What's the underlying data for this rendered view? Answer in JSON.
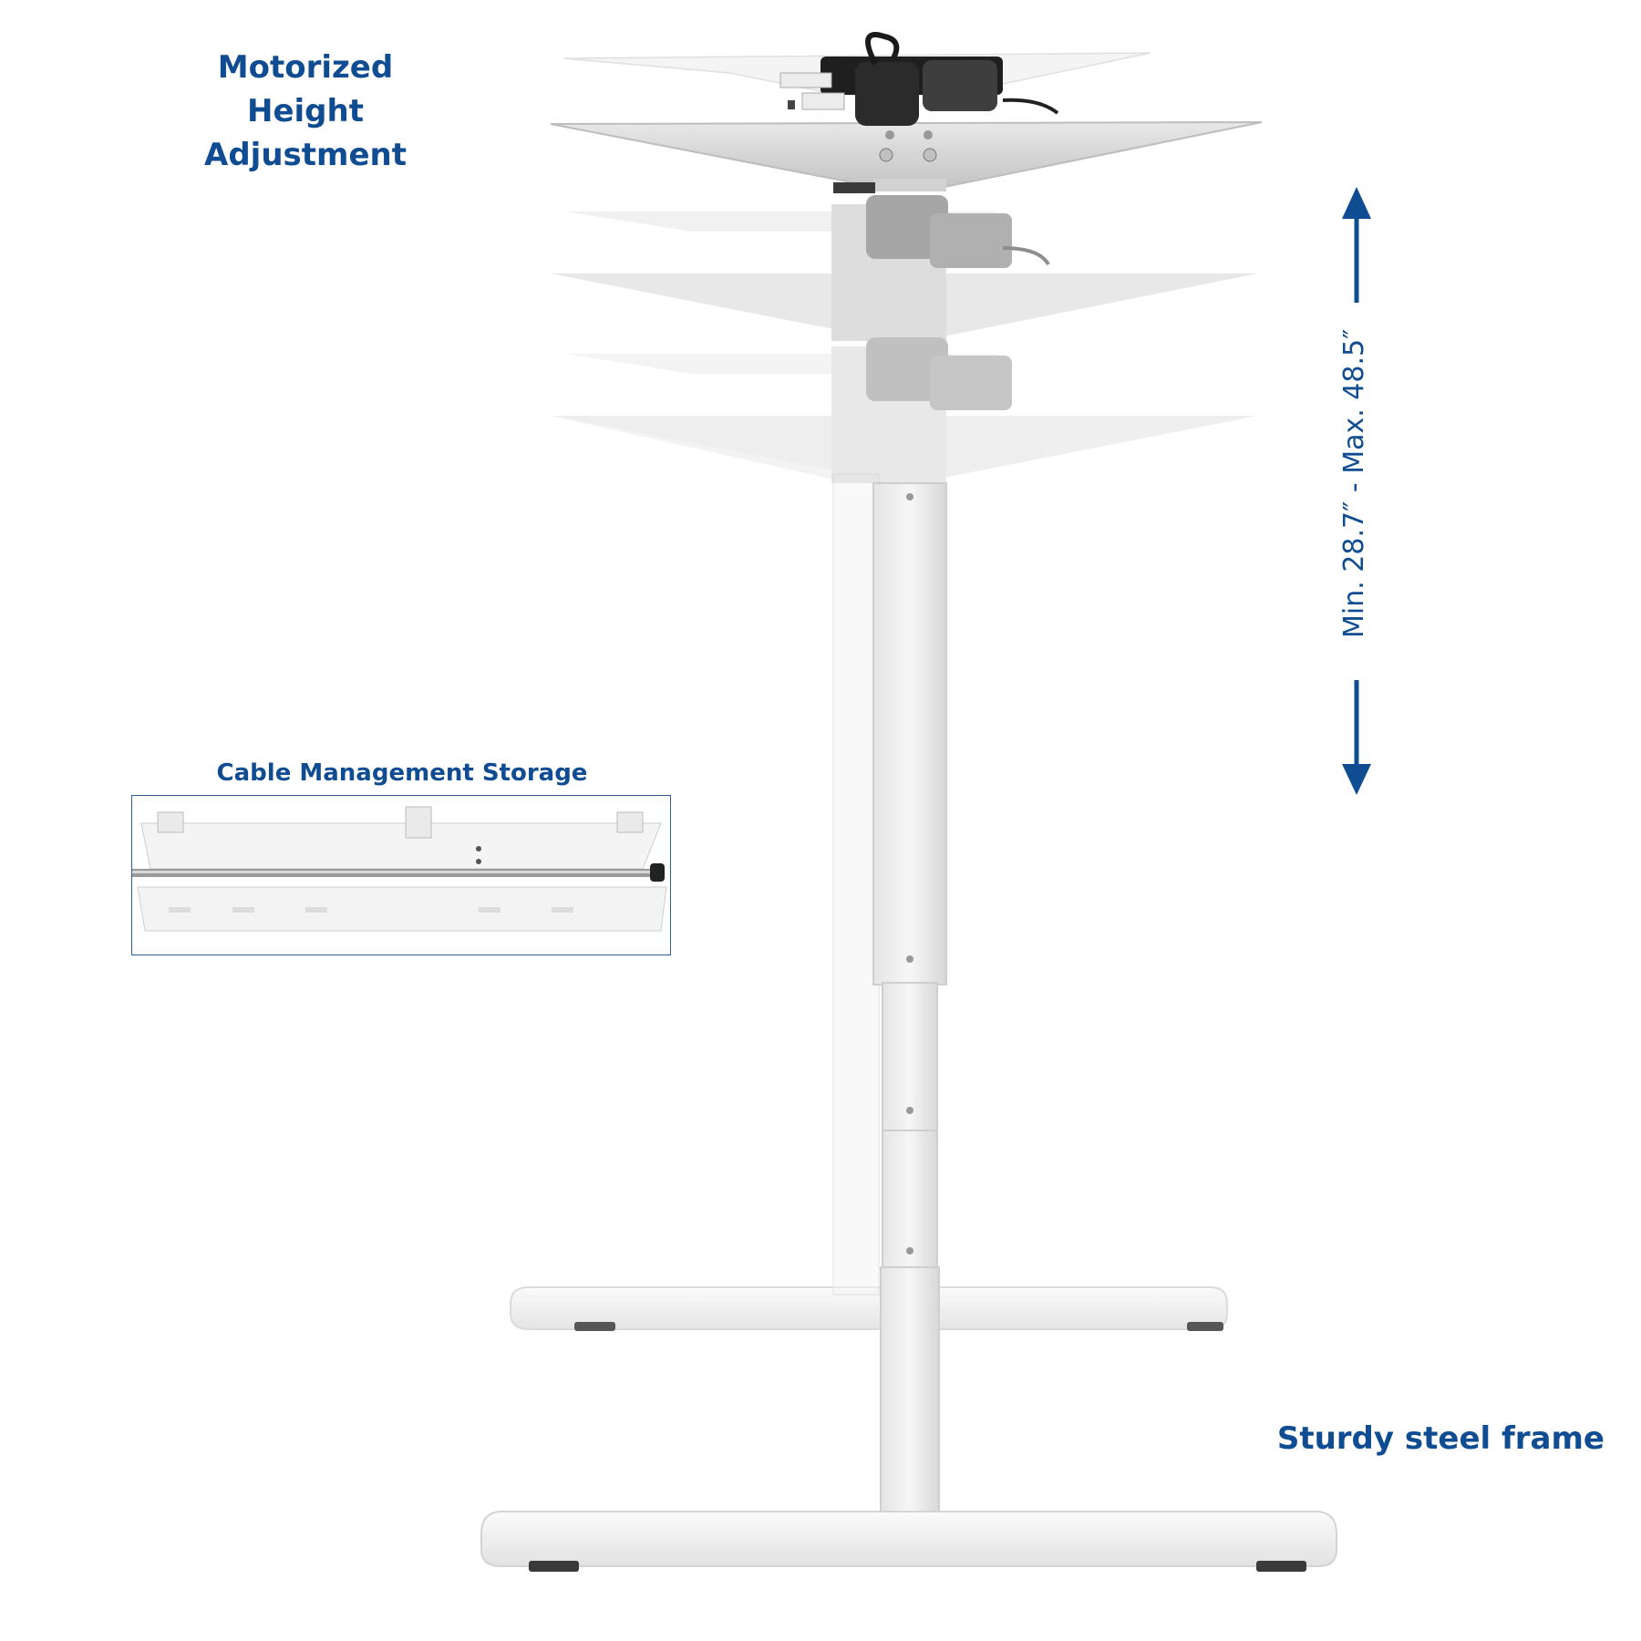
{
  "heading": {
    "line1": "Motorized",
    "line2": "Height Adjustment"
  },
  "range_text": "Min. 28.7″ - Max. 48.5″",
  "cable_label": "Cable Management Storage",
  "frame_label": "Sturdy steel frame",
  "colors": {
    "brand_blue": "#0f4c92",
    "frame_white": "#f2f2f2",
    "frame_gray": "#d5d5d5"
  },
  "icons": [
    "arrow-up-icon",
    "arrow-down-icon"
  ]
}
